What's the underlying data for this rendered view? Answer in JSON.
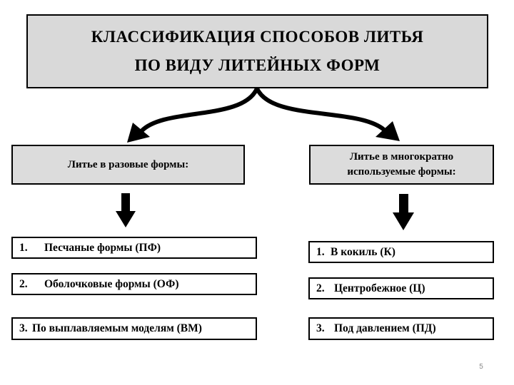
{
  "title": {
    "line1": "КЛАССИФИКАЦИЯ  СПОСОБОВ ЛИТЬЯ",
    "line2": "ПО  ВИДУ  ЛИТЕЙНЫХ  ФОРМ"
  },
  "categories": {
    "left": "Литье в разовые формы:",
    "right_line1": "Литье в многократно",
    "right_line2": "используемые формы:"
  },
  "left_items": [
    {
      "num": "1.",
      "text": "Песчаные формы  (ПФ)"
    },
    {
      "num": "2.",
      "text": "Оболочковые формы (ОФ)"
    },
    {
      "num": "3.",
      "text": "По выплавляемым моделям (ВМ)"
    }
  ],
  "right_items": [
    {
      "num": "1.",
      "text": "В кокиль (К)"
    },
    {
      "num": "2.",
      "text": "Центробежное  (Ц)"
    },
    {
      "num": "3.",
      "text": "Под давлением   (ПД)"
    }
  ],
  "page_number": "5",
  "colors": {
    "title_fill": "#d9d9d9",
    "category_fill": "#dcdcdc",
    "item_fill": "#ffffff",
    "line": "#000000"
  }
}
